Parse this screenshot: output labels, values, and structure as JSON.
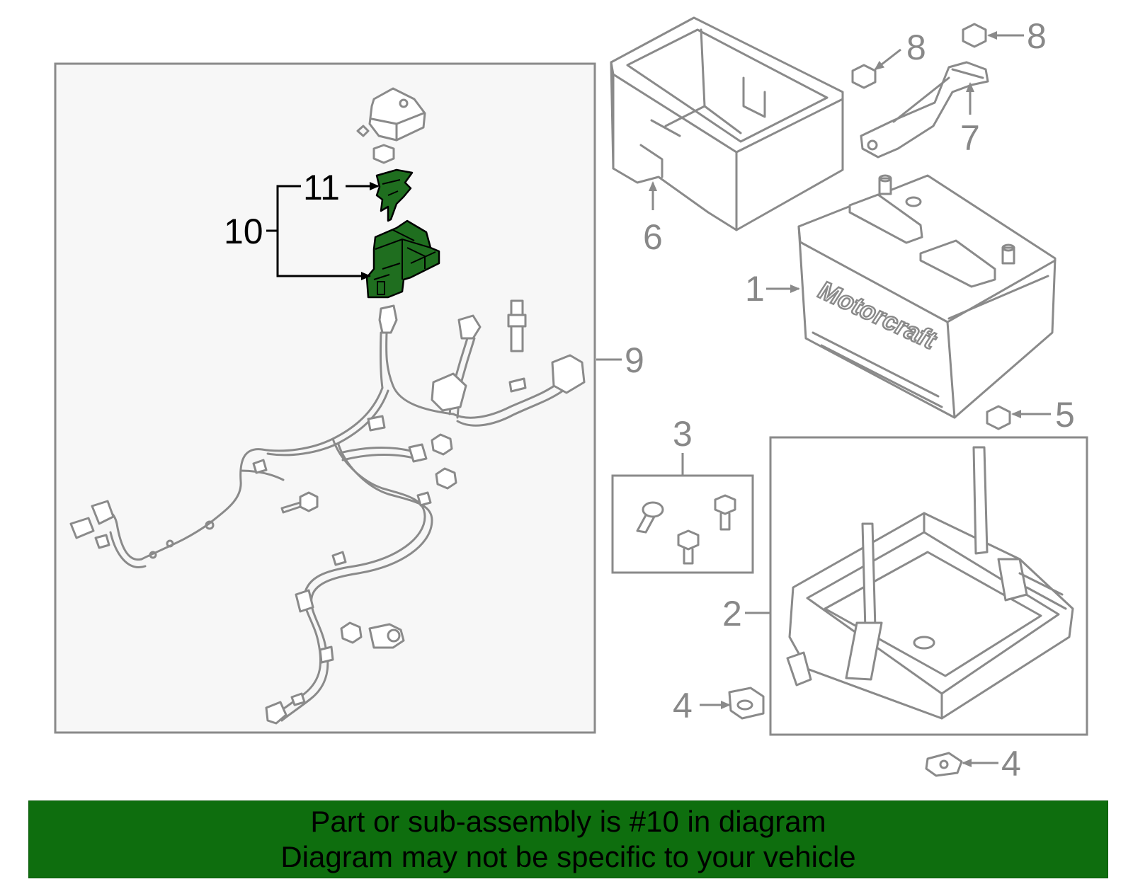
{
  "callouts": {
    "c1": "1",
    "c2": "2",
    "c3": "3",
    "c4a": "4",
    "c4b": "4",
    "c5": "5",
    "c6": "6",
    "c7": "7",
    "c8a": "8",
    "c8b": "8",
    "c9": "9",
    "c10": "10",
    "c11": "11"
  },
  "battery_brand": "Motorcraft",
  "banner": {
    "line1": "Part or sub-assembly is #10 in diagram",
    "line2": "Diagram may not be specific to your vehicle"
  },
  "colors": {
    "highlight": "#1f6e1f",
    "banner": "#0e6e0e",
    "line_art": "#8a8a8a"
  }
}
